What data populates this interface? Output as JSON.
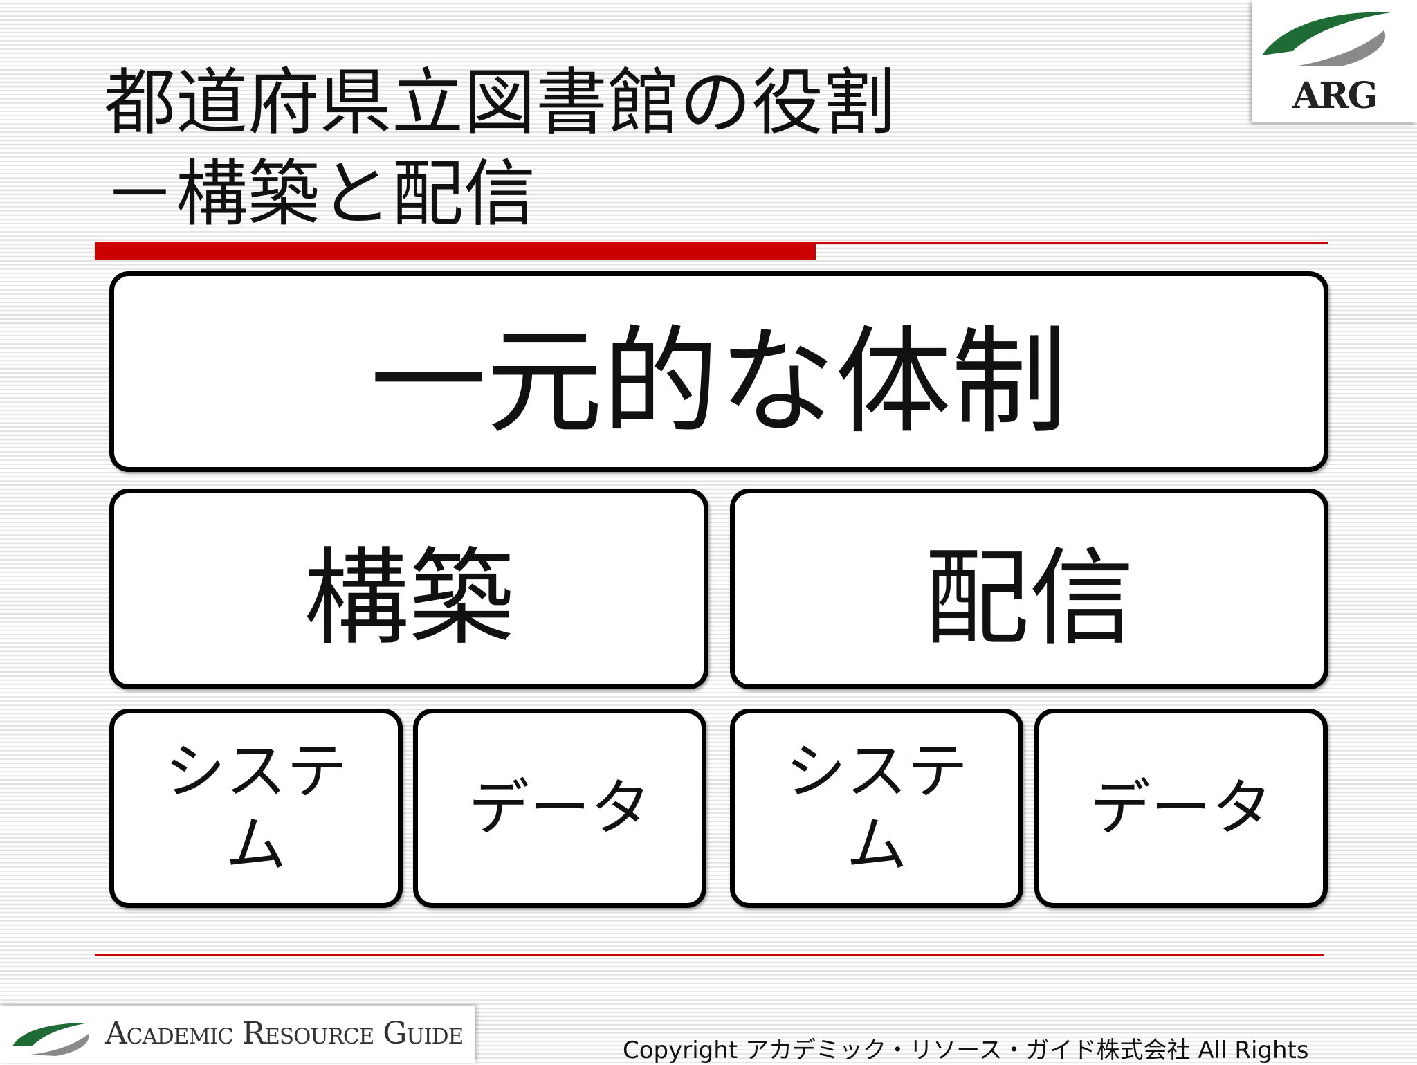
{
  "slide": {
    "title_line1": "都道府県立図書館の役割",
    "title_line2": "－構築と配信",
    "top_box": "一元的な体制",
    "mid_left": "構築",
    "mid_right": "配信",
    "sub_boxes": [
      "システム",
      "データ",
      "システム",
      "データ"
    ]
  },
  "logo": {
    "corner_text": "ARG",
    "footer_text": "Academic Resource Guide"
  },
  "footer": {
    "copyright": "Copyright アカデミック・リソース・ガイド株式会社 All Rights"
  },
  "colors": {
    "accent_red": "#cc0000",
    "logo_green": "#1f6b35",
    "logo_gray": "#8a8a8a"
  }
}
